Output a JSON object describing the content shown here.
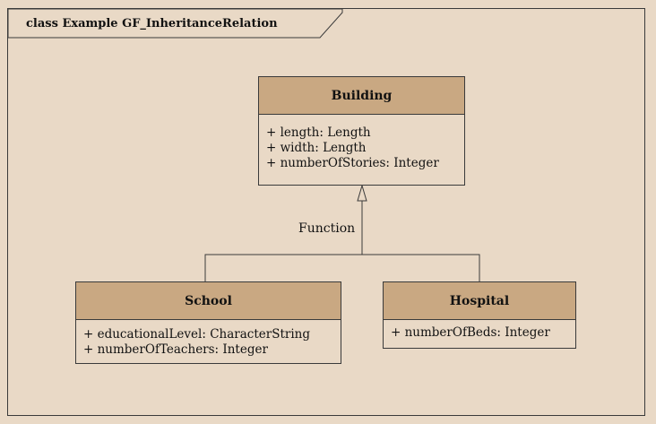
{
  "frame": {
    "title": "class Example GF_InheritanceRelation"
  },
  "classes": {
    "building": {
      "name": "Building",
      "attributes": [
        "+ length:  Length",
        "+ width:  Length",
        "+ numberOfStories:  Integer"
      ]
    },
    "school": {
      "name": "School",
      "attributes": [
        "+ educationalLevel:  CharacterString",
        "+ numberOfTeachers:  Integer"
      ]
    },
    "hospital": {
      "name": "Hospital",
      "attributes": [
        "+ numberOfBeds:  Integer"
      ]
    }
  },
  "relation": {
    "label": "Function",
    "type": "generalization"
  }
}
